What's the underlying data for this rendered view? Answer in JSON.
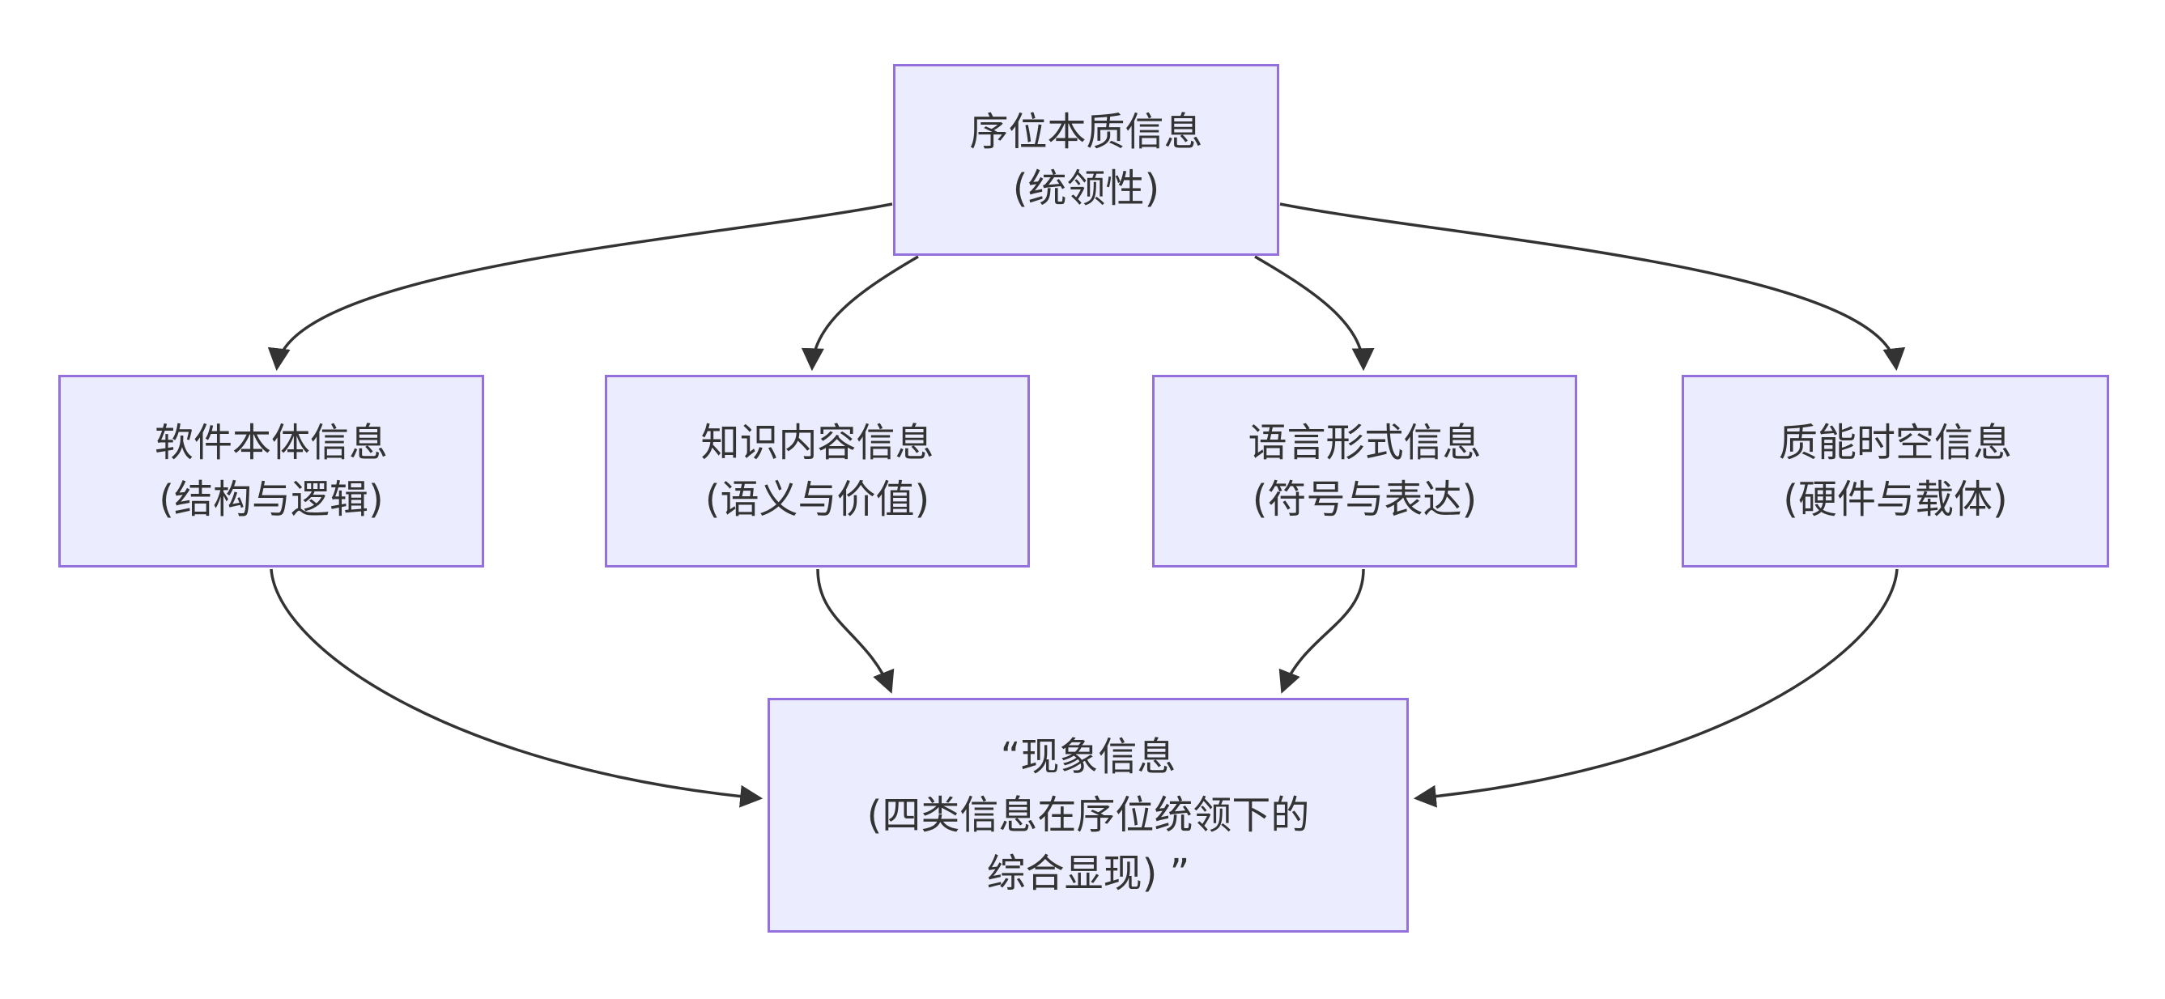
{
  "theme": {
    "background": "#FFFFFF",
    "node_fill": "#ECECFF",
    "node_border": "#9370DB",
    "text_color": "#333333",
    "edge_color": "#333333"
  },
  "diagram": {
    "type": "flowchart",
    "direction": "top-down",
    "nodes": [
      {
        "id": "order-essence",
        "lines": [
          "序位本质信息",
          "(统领性)"
        ]
      },
      {
        "id": "software-ontology",
        "lines": [
          "软件本体信息",
          "(结构与逻辑)"
        ]
      },
      {
        "id": "knowledge-content",
        "lines": [
          "知识内容信息",
          "(语义与价值)"
        ]
      },
      {
        "id": "language-form",
        "lines": [
          "语言形式信息",
          "(符号与表达)"
        ]
      },
      {
        "id": "matter-energy-spacetime",
        "lines": [
          "质能时空信息",
          "(硬件与载体)"
        ]
      },
      {
        "id": "phenomenon",
        "lines": [
          "“现象信息",
          "(四类信息在序位统领下的",
          "综合显现) ”"
        ]
      }
    ],
    "edges": [
      {
        "from": "order-essence",
        "to": "software-ontology"
      },
      {
        "from": "order-essence",
        "to": "knowledge-content"
      },
      {
        "from": "order-essence",
        "to": "language-form"
      },
      {
        "from": "order-essence",
        "to": "matter-energy-spacetime"
      },
      {
        "from": "software-ontology",
        "to": "phenomenon"
      },
      {
        "from": "knowledge-content",
        "to": "phenomenon"
      },
      {
        "from": "language-form",
        "to": "phenomenon"
      },
      {
        "from": "matter-energy-spacetime",
        "to": "phenomenon"
      }
    ]
  }
}
